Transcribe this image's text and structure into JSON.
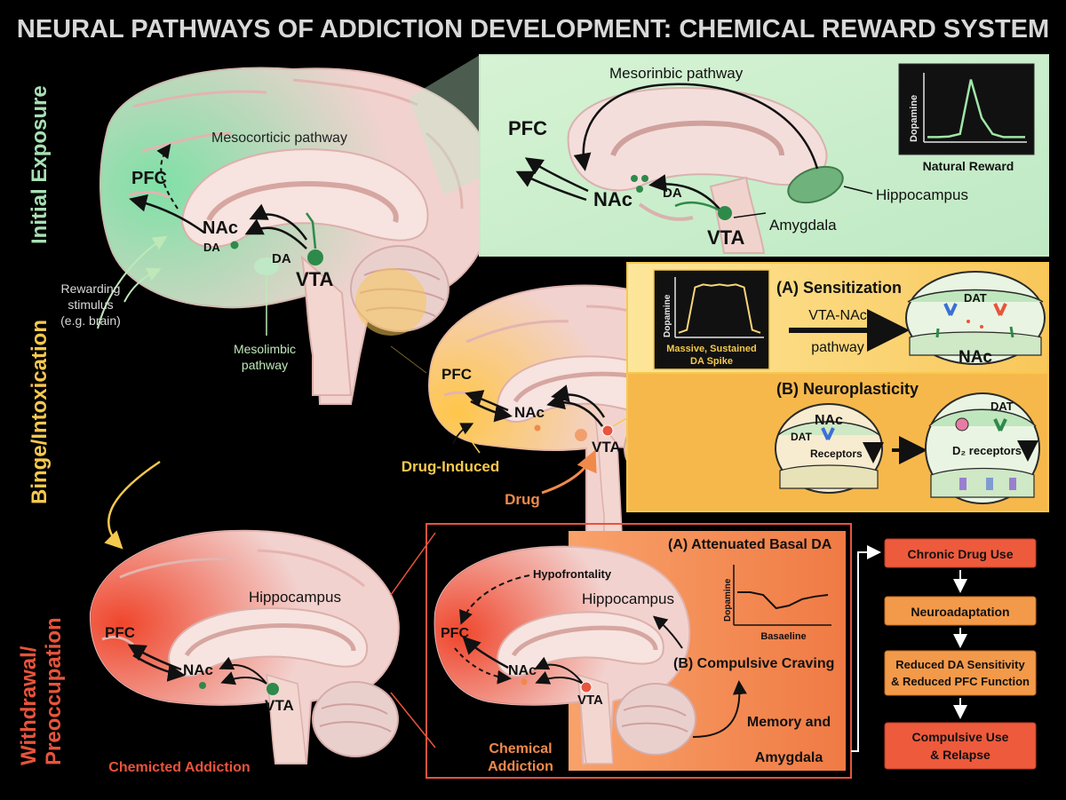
{
  "title": "NEURAL PATHWAYS OF ADDICTION DEVELOPMENT: CHEMICAL REWARD SYSTEM",
  "stages": {
    "initial": "Initial Exposure",
    "binge": "Binge/Intoxication",
    "withdrawal_1": "Withdrawal/",
    "withdrawal_2": "Preoccupation"
  },
  "brain1": {
    "pfc": "PFC",
    "nac": "NAc",
    "da1": "DA",
    "da2": "DA",
    "vta": "VTA",
    "mesocortic": "Mesocorticic pathway",
    "stimulus_1": "Rewarding",
    "stimulus_2": "stimulus",
    "stimulus_3": "(e.g. brain)",
    "mesolimbic_1": "Mesolimbic",
    "mesolimbic_2": "pathway"
  },
  "panel1": {
    "mesorinbic": "Mesorinbic pathway",
    "pfc": "PFC",
    "nac": "NAc",
    "da": "DA",
    "vta": "VTA",
    "hippocampus": "Hippocampus",
    "amygdala": "Amygdala",
    "chart_ylabel": "Dopamine",
    "chart_caption": "Natural Reward"
  },
  "brain2": {
    "pfc": "PFC",
    "nac": "NAc",
    "vta": "VTA",
    "drug_induced": "Drug-Induced",
    "drug": "Drug"
  },
  "panel2": {
    "chart_ylabel": "Dopamine",
    "chart_caption_1": "Massive, Sustained",
    "chart_caption_2": "DA Spike",
    "sensitization": "(A) Sensitization",
    "path_1": "VTA-NAc",
    "path_2": "pathway",
    "synapse_dat": "DAT",
    "synapse_nac": "NAc",
    "neuroplasticity": "(B) Neuroplasticity",
    "np_nac": "NAc",
    "np_dat": "DAT",
    "np_receptors": "Receptors",
    "np_dat2": "DAT",
    "np_d2": "D₂ receptors"
  },
  "brain3": {
    "pfc": "PFC",
    "nac": "NAc",
    "vta": "VTA",
    "hippocampus": "Hippocampus",
    "caption": "Chemicted Addiction"
  },
  "panel3": {
    "attenuated": "(A) Attenuated Basal DA",
    "hypofrontality": "Hypofrontality",
    "hippocampus": "Hippocampus",
    "pfc": "PFC",
    "nac": "NAc",
    "vta": "VTA",
    "chart_ylabel": "Dopamine",
    "chart_xlabel": "Basaeline",
    "craving": "(B) Compulsive Craving",
    "memory_1": "Memory and",
    "memory_2": "Amygdala",
    "chem_1": "Chemical",
    "chem_2": "Addiction"
  },
  "flow": [
    "Chronic Drug Use",
    "Neuroadaptation",
    "Reduced DA Sensitivity",
    "& Reduced PFC Function",
    "Compulsive Use",
    "& Relapse"
  ],
  "colors": {
    "green": "#a8e0b4",
    "green_dark": "#2e8a4a",
    "yellow": "#f6c94e",
    "orange": "#f08a4b",
    "red": "#e8543c",
    "brain": "#f0cfcc",
    "brain_fold": "#e2b4b0"
  },
  "chart_data": [
    {
      "type": "line",
      "title": "Natural Reward",
      "ylabel": "Dopamine",
      "xlabel": "",
      "series": [
        {
          "values": [
            0.05,
            0.05,
            0.06,
            0.1,
            0.95,
            0.35,
            0.1,
            0.05,
            0.05,
            0.05
          ]
        }
      ]
    },
    {
      "type": "line",
      "title": "Massive, Sustained DA Spike",
      "ylabel": "Dopamine",
      "xlabel": "",
      "series": [
        {
          "values": [
            0.05,
            0.1,
            0.85,
            0.9,
            0.88,
            0.9,
            0.88,
            0.9,
            0.85,
            0.1,
            0.05
          ]
        }
      ]
    },
    {
      "type": "line",
      "title": "",
      "ylabel": "Dopamine",
      "xlabel": "Basaeline",
      "series": [
        {
          "values": [
            0.55,
            0.55,
            0.5,
            0.25,
            0.3,
            0.42,
            0.47,
            0.5
          ]
        }
      ]
    }
  ]
}
